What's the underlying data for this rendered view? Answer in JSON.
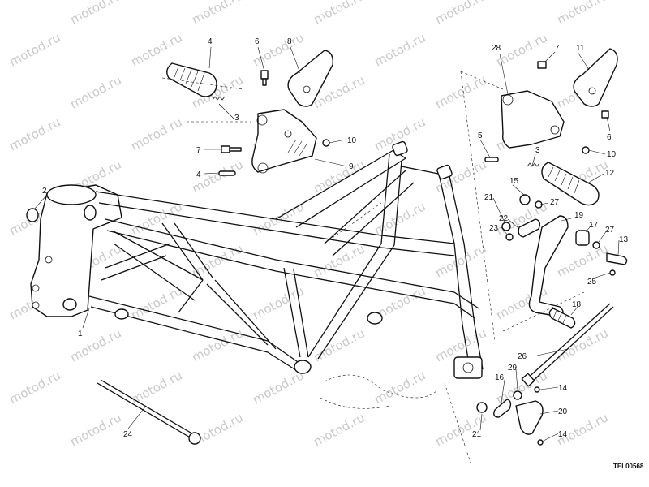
{
  "watermark": "motod.ru",
  "drawing_code": "TEL00568",
  "labels": [
    {
      "id": "1",
      "text": "1"
    },
    {
      "id": "2",
      "text": "2"
    },
    {
      "id": "3a",
      "text": "3"
    },
    {
      "id": "3b",
      "text": "3"
    },
    {
      "id": "4a",
      "text": "4"
    },
    {
      "id": "4b",
      "text": "4"
    },
    {
      "id": "5",
      "text": "5"
    },
    {
      "id": "6a",
      "text": "6"
    },
    {
      "id": "6b",
      "text": "6"
    },
    {
      "id": "7a",
      "text": "7"
    },
    {
      "id": "7b",
      "text": "7"
    },
    {
      "id": "8",
      "text": "8"
    },
    {
      "id": "9",
      "text": "9"
    },
    {
      "id": "10a",
      "text": "10"
    },
    {
      "id": "10b",
      "text": "10"
    },
    {
      "id": "11",
      "text": "11"
    },
    {
      "id": "12",
      "text": "12"
    },
    {
      "id": "13",
      "text": "13"
    },
    {
      "id": "14a",
      "text": "14"
    },
    {
      "id": "14b",
      "text": "14"
    },
    {
      "id": "15",
      "text": "15"
    },
    {
      "id": "16",
      "text": "16"
    },
    {
      "id": "17",
      "text": "17"
    },
    {
      "id": "18",
      "text": "18"
    },
    {
      "id": "19",
      "text": "19"
    },
    {
      "id": "20",
      "text": "20"
    },
    {
      "id": "21a",
      "text": "21"
    },
    {
      "id": "21b",
      "text": "21"
    },
    {
      "id": "22",
      "text": "22"
    },
    {
      "id": "23",
      "text": "23"
    },
    {
      "id": "24",
      "text": "24"
    },
    {
      "id": "25",
      "text": "25"
    },
    {
      "id": "26",
      "text": "26"
    },
    {
      "id": "27a",
      "text": "27"
    },
    {
      "id": "27b",
      "text": "27"
    },
    {
      "id": "28",
      "text": "28"
    },
    {
      "id": "29",
      "text": "29"
    }
  ]
}
